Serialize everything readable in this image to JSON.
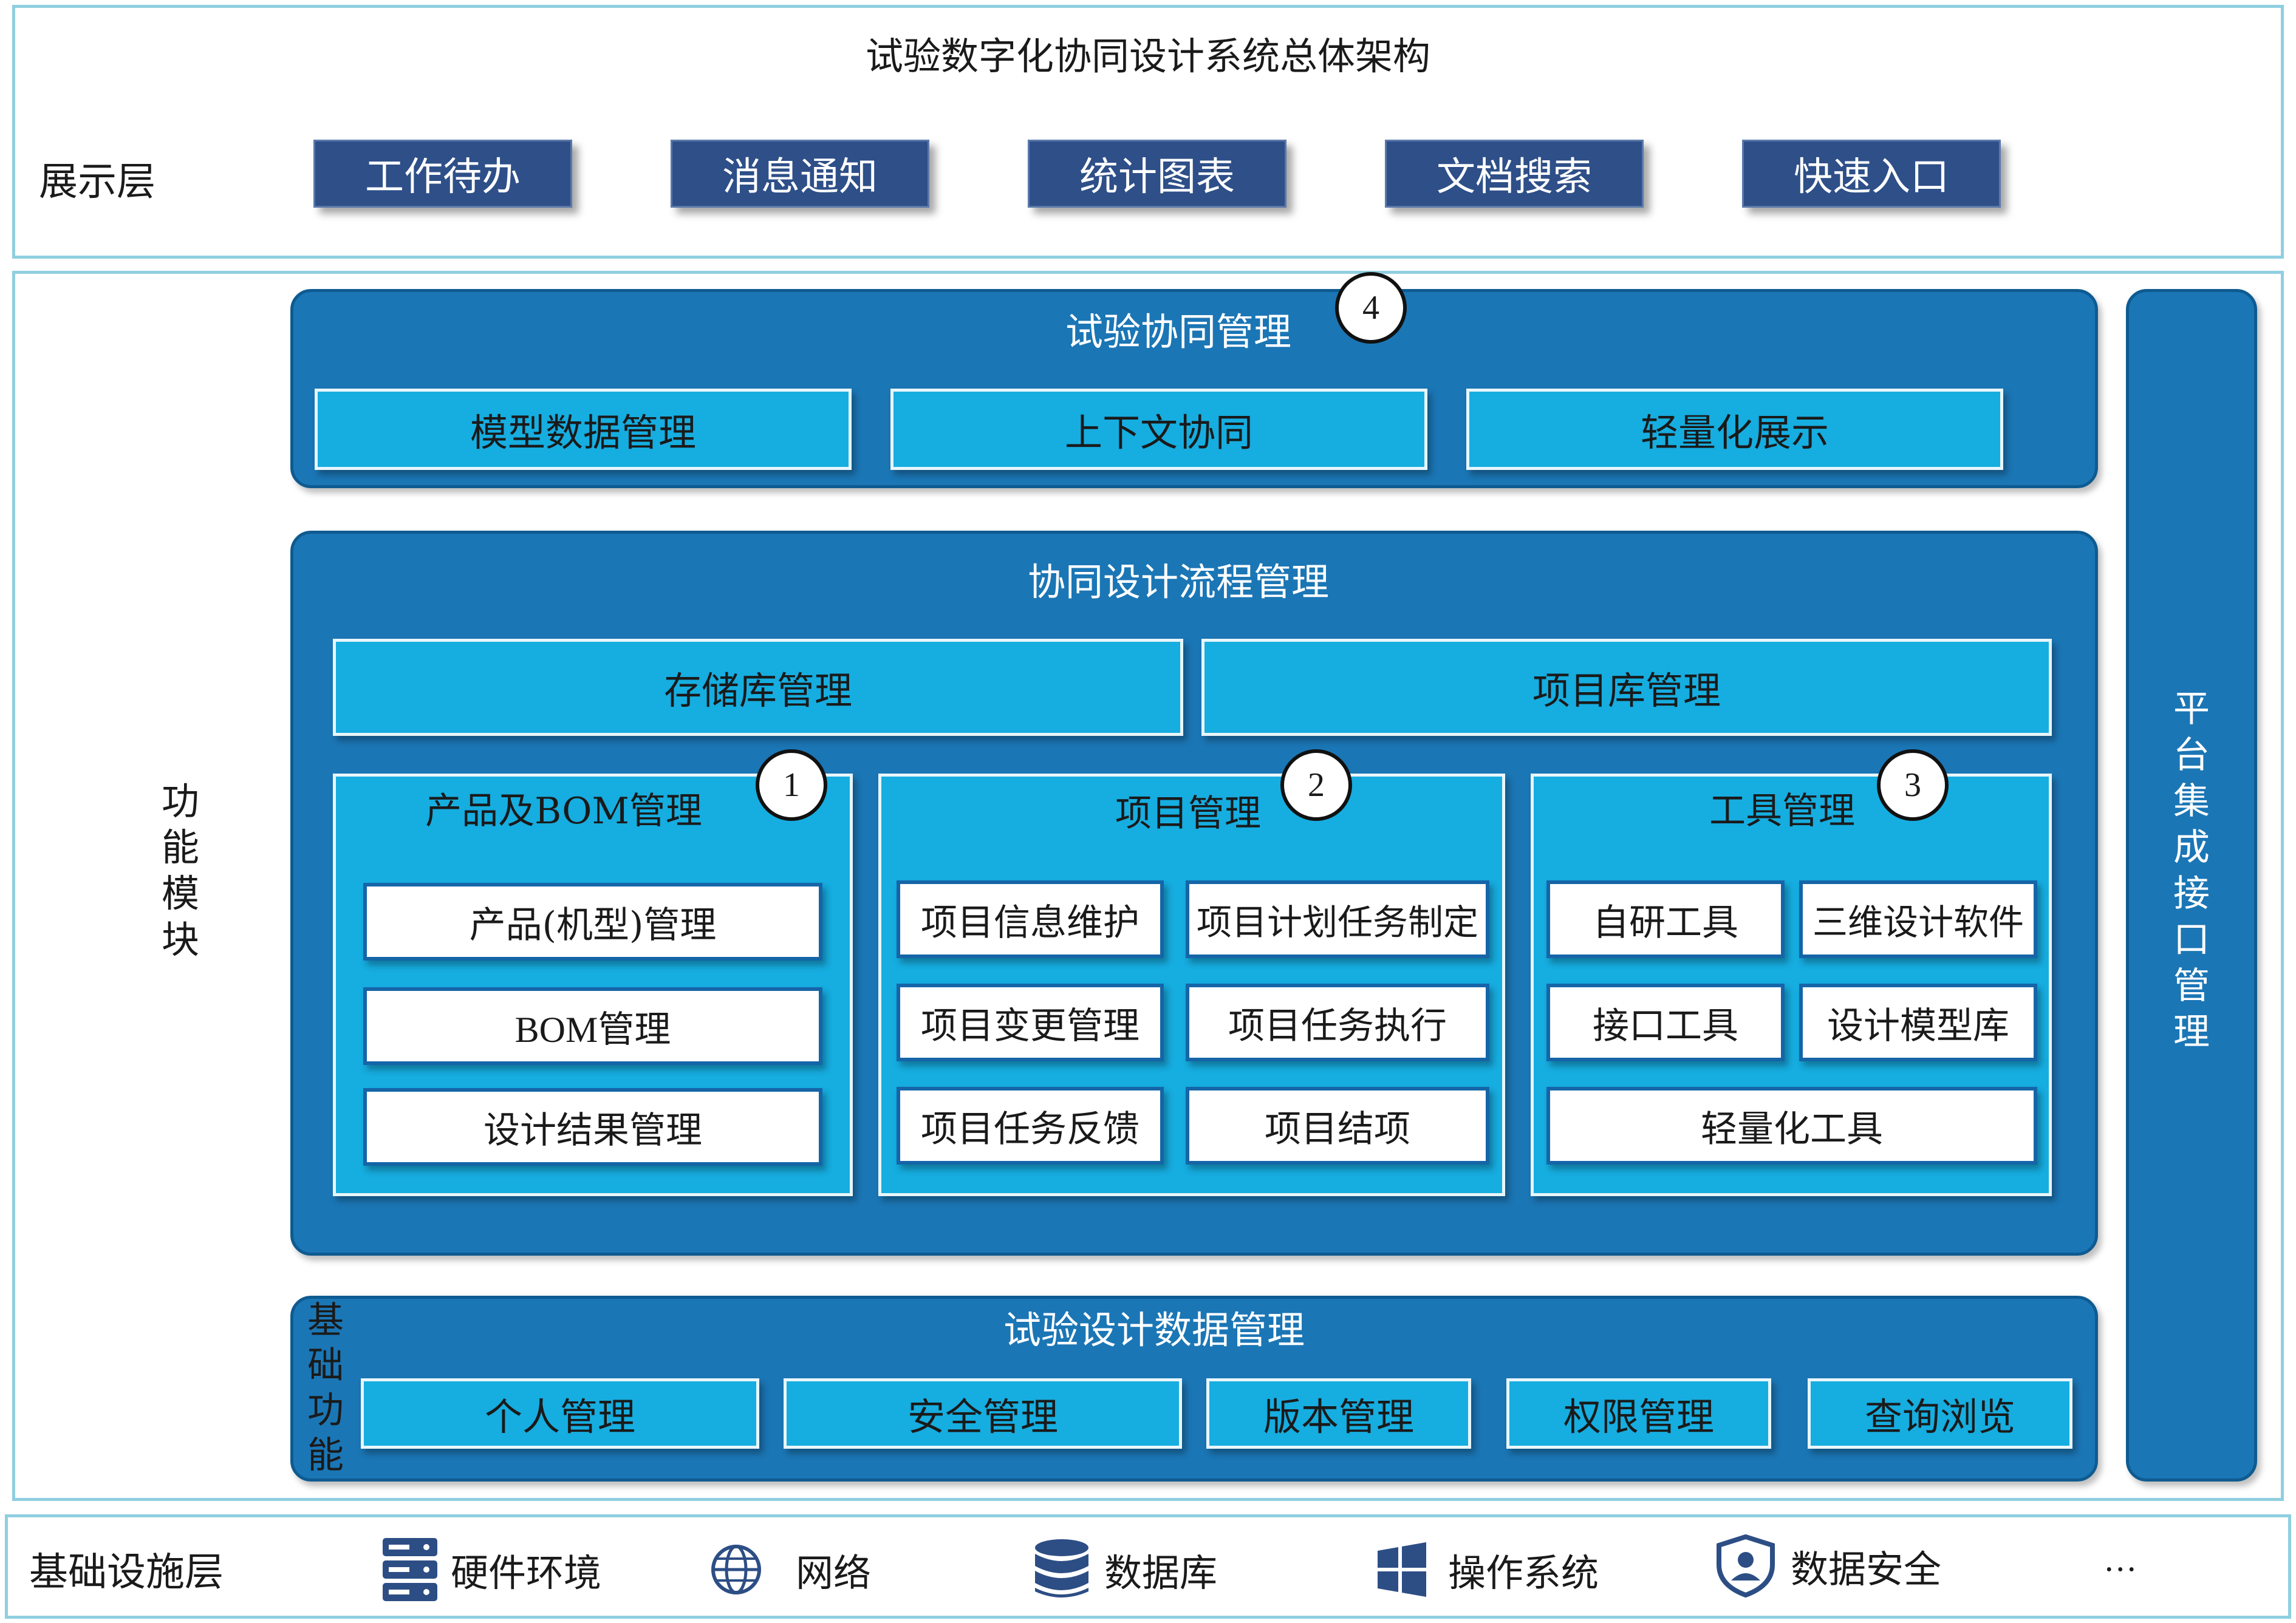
{
  "title": "试验数字化协同设计系统总体架构",
  "display_layer": {
    "label": "展示层",
    "items": [
      "工作待办",
      "消息通知",
      "统计图表",
      "文档搜索",
      "快速入口"
    ]
  },
  "function_layer": {
    "label": "功能模块",
    "label_chars": [
      "功",
      "能",
      "模",
      "块"
    ],
    "collab_mgmt": {
      "title": "试验协同管理",
      "badge": "4",
      "items": [
        "模型数据管理",
        "上下文协同",
        "轻量化展示"
      ]
    },
    "process_mgmt": {
      "title": "协同设计流程管理",
      "top_items": [
        "存储库管理",
        "项目库管理"
      ],
      "product_bom": {
        "title": "产品及BOM管理",
        "badge": "1",
        "items": [
          "产品(机型)管理",
          "BOM管理",
          "设计结果管理"
        ]
      },
      "project": {
        "title": "项目管理",
        "badge": "2",
        "items": [
          "项目信息维护",
          "项目计划任务制定",
          "项目变更管理",
          "项目任务执行",
          "项目任务反馈",
          "项目结项"
        ]
      },
      "tools": {
        "title": "工具管理",
        "badge": "3",
        "items": [
          "自研工具",
          "三维设计软件",
          "接口工具",
          "设计模型库",
          "轻量化工具"
        ]
      }
    },
    "base_function": {
      "label_chars": [
        "基",
        "础",
        "功",
        "能"
      ],
      "title": "试验设计数据管理",
      "items": [
        "个人管理",
        "安全管理",
        "版本管理",
        "权限管理",
        "查询浏览"
      ]
    },
    "platform": {
      "chars": [
        "平",
        "台",
        "集",
        "成",
        "接",
        "口",
        "管",
        "理"
      ]
    }
  },
  "infra_layer": {
    "label": "基础设施层",
    "items": [
      {
        "icon": "server-icon",
        "label": "硬件环境"
      },
      {
        "icon": "globe-icon",
        "label": "网络"
      },
      {
        "icon": "database-icon",
        "label": "数据库"
      },
      {
        "icon": "windows-icon",
        "label": "操作系统"
      },
      {
        "icon": "shield-user-icon",
        "label": "数据安全"
      }
    ],
    "more": "···"
  },
  "colors": {
    "navy": "#2e4f88",
    "panel_blue": "#1b76b5",
    "cyan": "#16ade0",
    "layer_border": "#8fcfe0",
    "icon_blue": "#2d4e85"
  }
}
